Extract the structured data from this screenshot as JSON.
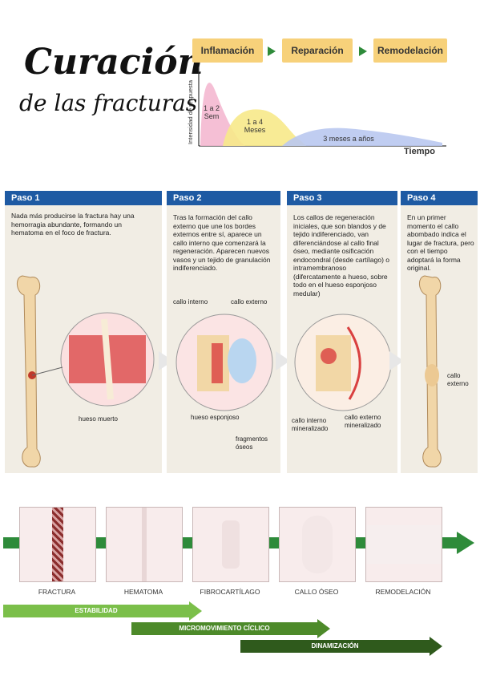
{
  "title": {
    "line1": "Curación",
    "line2": "de las fracturas"
  },
  "phases": {
    "boxes": [
      "Inflamación",
      "Reparación",
      "Remodelación"
    ],
    "y_axis": "Intensidad de respuesta",
    "x_axis": "Tiempo",
    "durations": [
      "1 a 2 Sem",
      "1 a 4 Meses",
      "3 meses a años"
    ],
    "colors": {
      "inflamacion": "#f4b8d0",
      "reparacion": "#f7e98a",
      "remodelacion": "#b9c8ef",
      "box": "#f7d17a",
      "arrow": "#2e8b3a"
    }
  },
  "steps": [
    {
      "head": "Paso 1",
      "text": "Nada más producirse la fractura hay una hemorragia abundante, formando un hematoma en el foco de fractura.",
      "labels": [
        "hueso muerto"
      ]
    },
    {
      "head": "Paso 2",
      "text": "Tras la formación del callo externo que une los bordes externos entre sí, aparece un callo interno que comenzará la regeneración. Aparecen nuevos vasos y un tejido de granulación indiferenciado.",
      "labels": [
        "callo interno",
        "callo externo",
        "hueso esponjoso",
        "fragmentos óseos"
      ]
    },
    {
      "head": "Paso 3",
      "text": "Los callos de regeneración iniciales, que son blandos y de tejido indiferenciado, van diferenciándose al callo final óseo, mediante osificación endocondral (desde cartílago) o intramembranoso (difercatamente a hueso, sobre todo en el hueso esponjoso medular)",
      "labels": [
        "callo interno mineralizado",
        "callo externo mineralizado"
      ]
    },
    {
      "head": "Paso 4",
      "text": "En un primer momento el callo abombado indica el lugar de fractura, pero con el tiempo adoptará la forma original.",
      "labels": [
        "callo externo"
      ]
    }
  ],
  "stages": [
    "FRACTURA",
    "HEMATOMA",
    "FIBROCARTÍLAGO",
    "CALLO ÓSEO",
    "REMODELACIÓN"
  ],
  "bars": [
    {
      "label": "ESTABILIDAD",
      "color": "#7bbf4a"
    },
    {
      "label": "MICROMOVIMIENTO CÍCLICO",
      "color": "#4d8a2a"
    },
    {
      "label": "DINAMIZACIÓN",
      "color": "#2f5a1c"
    }
  ]
}
